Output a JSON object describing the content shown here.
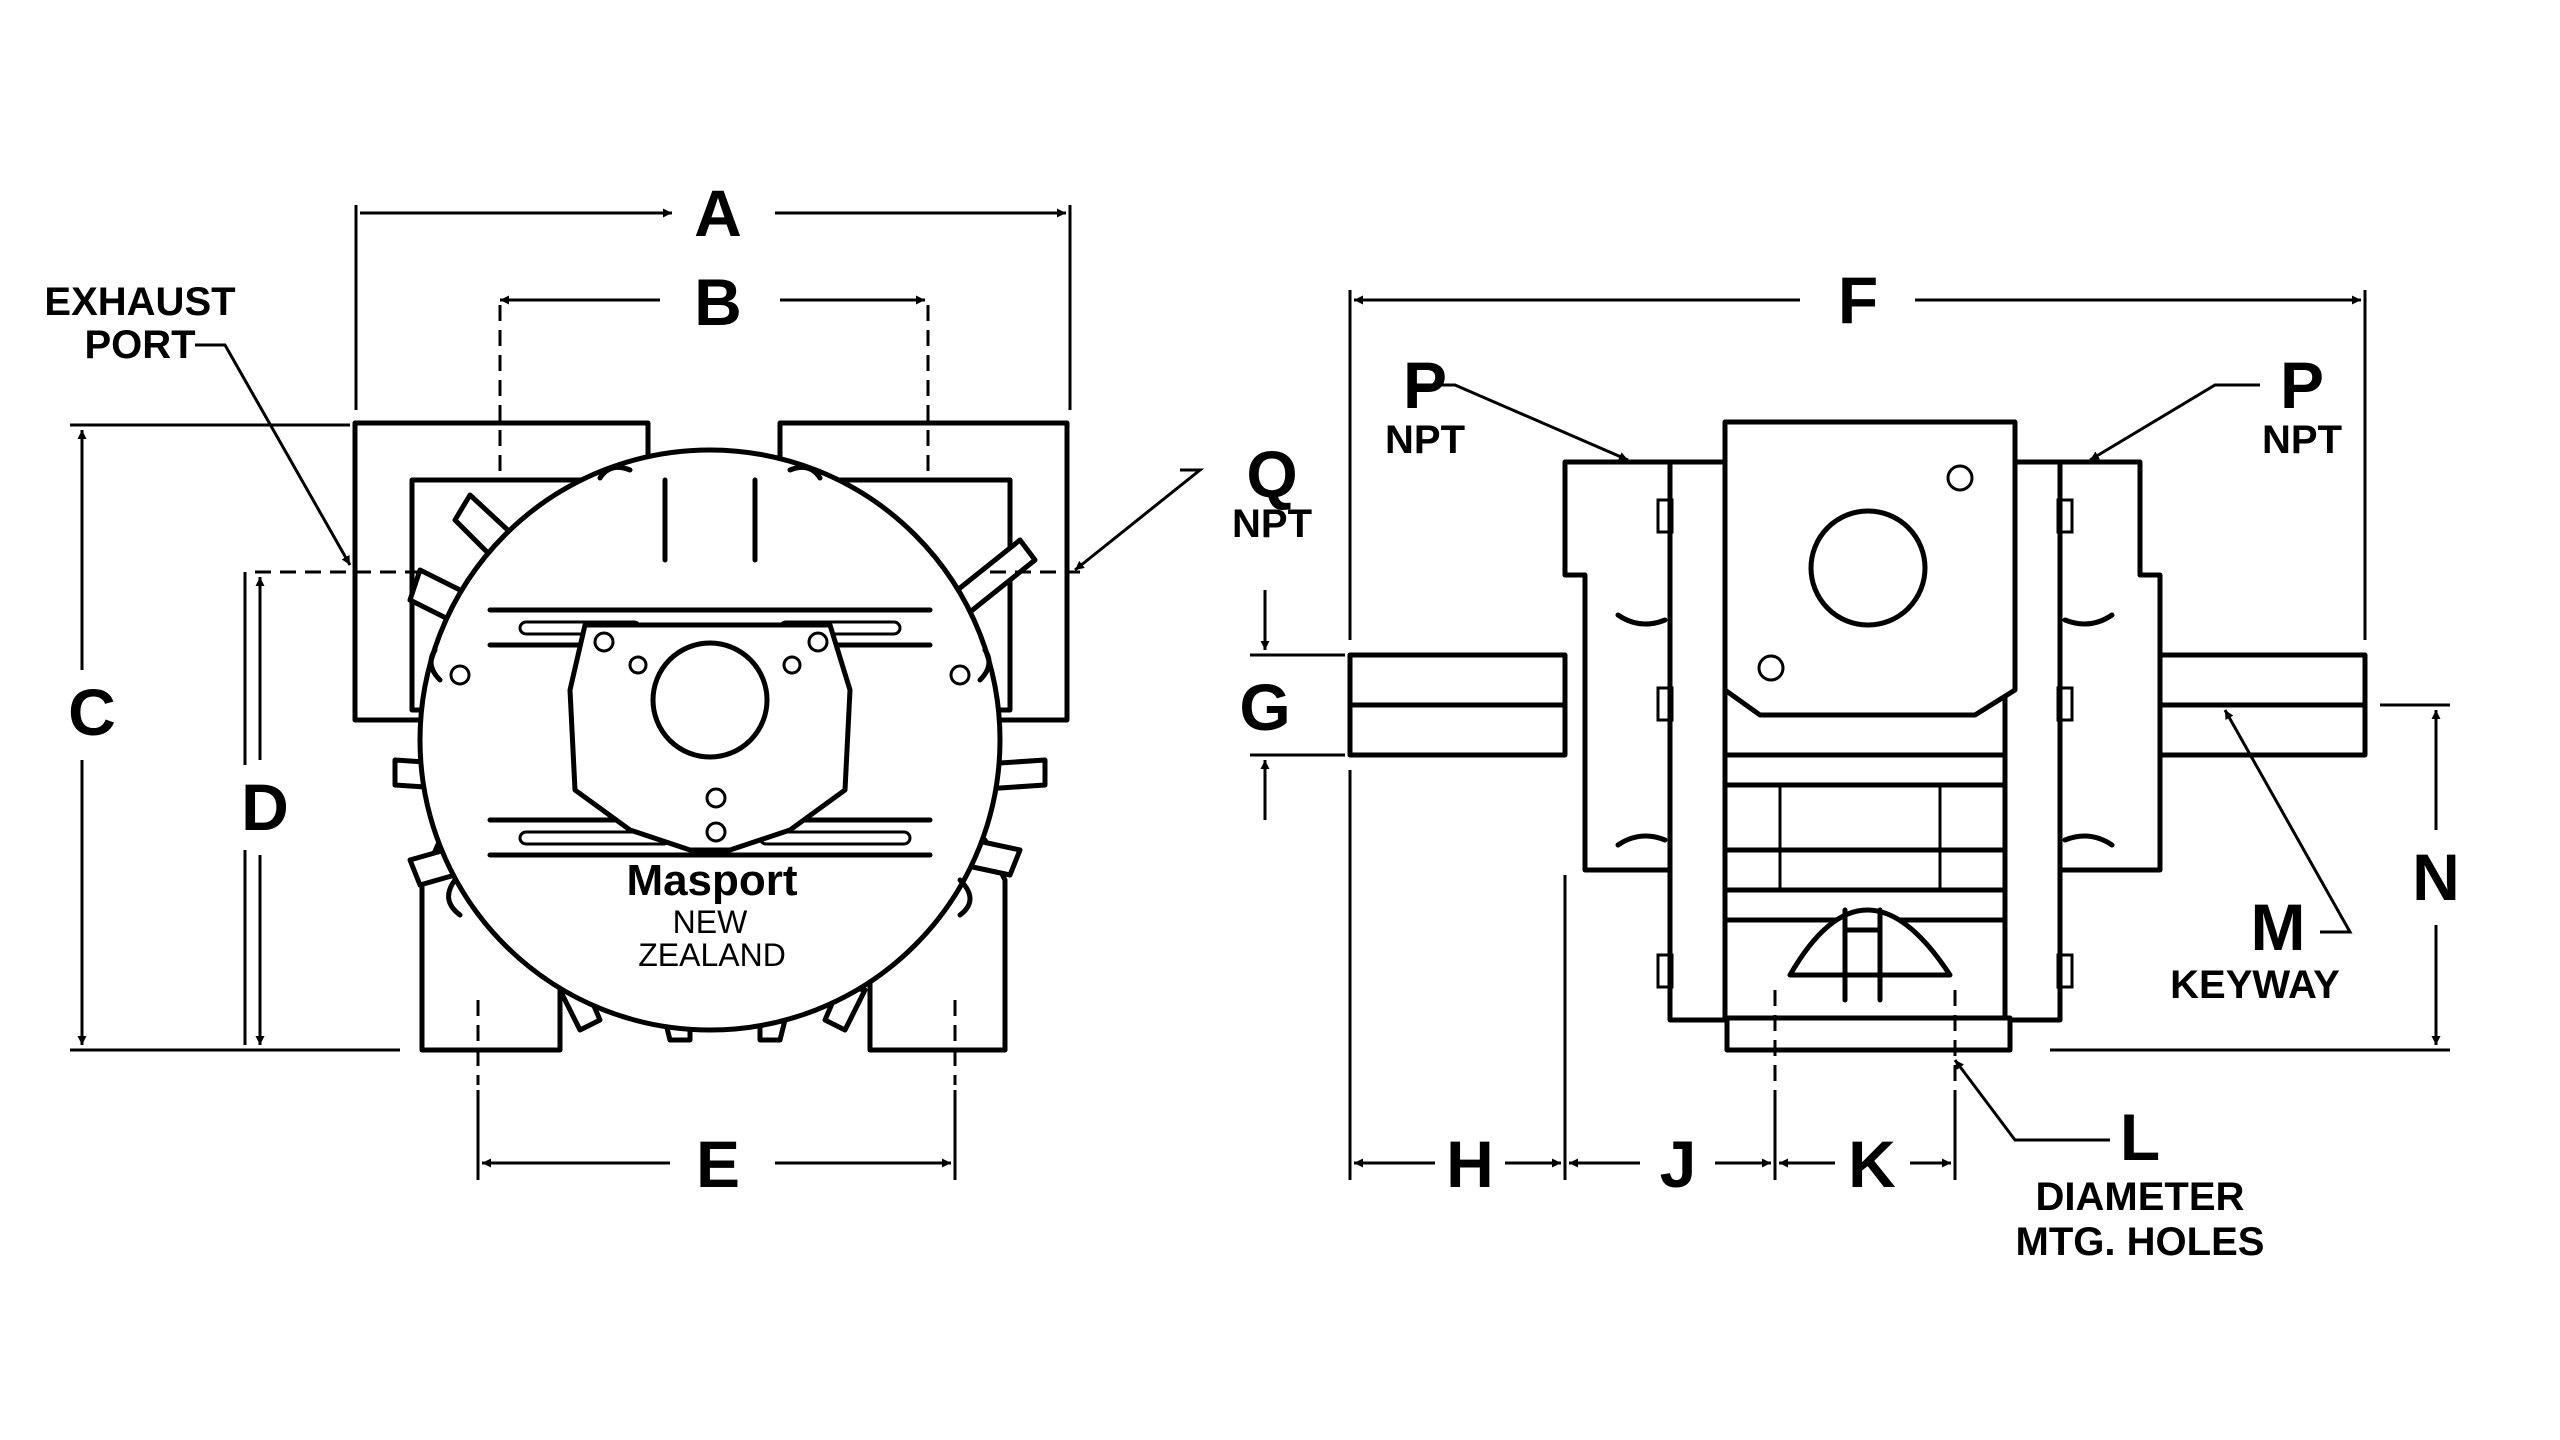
{
  "labels": {
    "A": "A",
    "B": "B",
    "C": "C",
    "D": "D",
    "E": "E",
    "F": "F",
    "G": "G",
    "H": "H",
    "J": "J",
    "K": "K",
    "L": "L",
    "M": "M",
    "N": "N",
    "P_left": "P",
    "P_right": "P",
    "Q": "Q",
    "npt_p_left": "NPT",
    "npt_p_right": "NPT",
    "npt_q": "NPT",
    "exhaust_line1": "EXHAUST",
    "exhaust_line2": "PORT",
    "keyway": "KEYWAY",
    "diameter": "DIAMETER",
    "mtg_holes": "MTG. HOLES"
  },
  "logo": {
    "brand": "Masport",
    "line1": "NEW",
    "line2": "ZEALAND"
  }
}
